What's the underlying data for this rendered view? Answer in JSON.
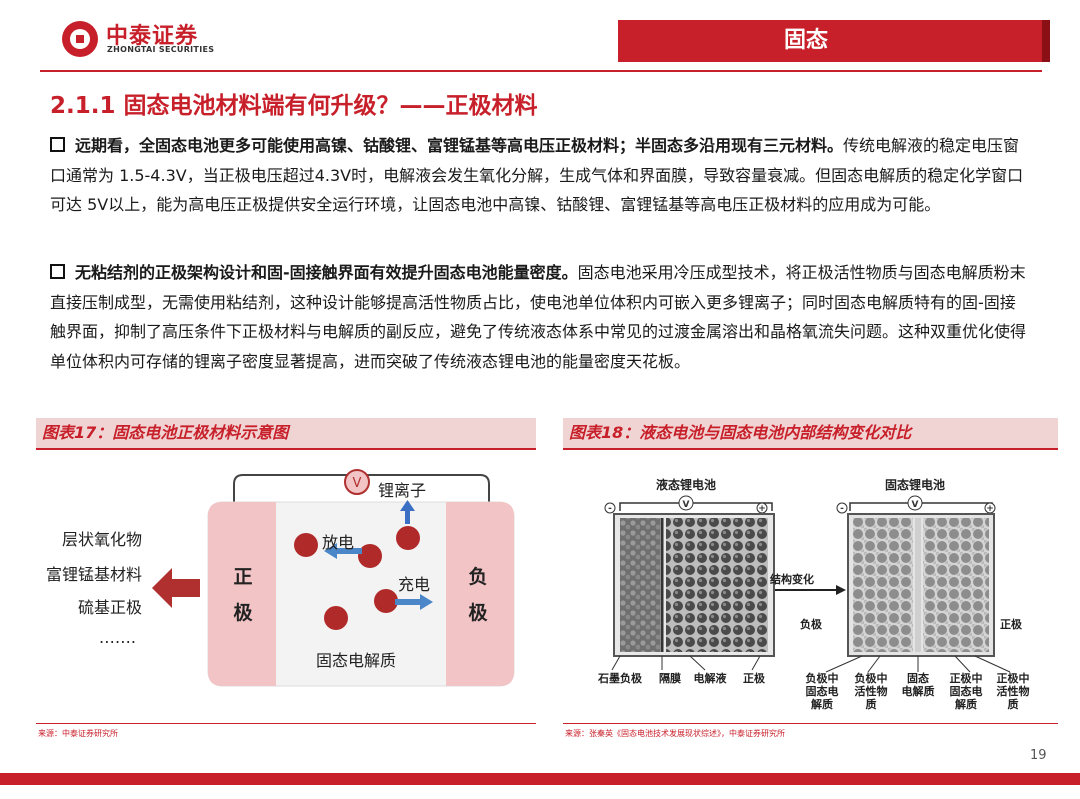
{
  "header": {
    "brand_cn": "中泰证券",
    "brand_en": "ZHONGTAI SECURITIES",
    "section_tag": "固态"
  },
  "title": "2.1.1 固态电池材料端有何升级？——正极材料",
  "para1": {
    "bold": "远期看，全固态电池更多可能使用高镍、钴酸锂、富锂锰基等高电压正极材料；半固态多沿用现有三元材料。",
    "text": "传统电解液的稳定电压窗口通常为 1.5-4.3V，当正极电压超过4.3V时，电解液会发生氧化分解，生成气体和界面膜，导致容量衰减。但固态电解质的稳定化学窗口可达 5V以上，能为高电压正极提供安全运行环境，让固态电池中高镍、钴酸锂、富锂锰基等高电压正极材料的应用成为可能。"
  },
  "para2": {
    "bold": "无粘结剂的正极架构设计和固-固接触界面有效提升固态电池能量密度。",
    "text": "固态电池采用冷压成型技术，将正极活性物质与固态电解质粉末直接压制成型，无需使用粘结剂，这种设计能够提高活性物质占比，使电池单位体积内可嵌入更多锂离子；同时固态电解质特有的固-固接触界面，抑制了高压条件下正极材料与电解质的副反应，避免了传统液态体系中常见的过渡金属溶出和晶格氧流失问题。这种双重优化使得单位体积内可存储的锂离子密度显著提高，进而突破了传统液态锂电池的能量密度天花板。"
  },
  "fig17": {
    "title": "图表17：固态电池正极材料示意图",
    "voltmeter": "V",
    "ion_label": "锂离子",
    "discharge": "放电",
    "charge": "充电",
    "cathode": [
      "正",
      "极"
    ],
    "anode": [
      "负",
      "极"
    ],
    "electrolyte": "固态电解质",
    "materials": [
      "层状氧化物",
      "富锂锰基材料",
      "硫基正极",
      "……."
    ],
    "source": "来源：中泰证券研究所"
  },
  "fig18": {
    "title": "图表18：液态电池与固态电池内部结构变化对比",
    "liquid_title": "液态锂电池",
    "solid_title": "固态锂电池",
    "arrow_label": "结构变化",
    "side_neg": "负极",
    "side_pos": "正极",
    "v": "V",
    "minus": "-",
    "plus": "+",
    "liquid_labels": [
      "石墨负极",
      "隔膜",
      "电解液",
      "正极"
    ],
    "solid_labels": [
      [
        "负极中",
        "固态电",
        "解质"
      ],
      [
        "负极中",
        "活性物",
        "质"
      ],
      [
        "固态",
        "电解质"
      ],
      [
        "正极中",
        "固态电",
        "解质"
      ],
      [
        "正极中",
        "活性物",
        "质"
      ]
    ],
    "source": "来源：张秦英《固态电池技术发展现状综述》，中泰证券研究所"
  },
  "page_number": "19",
  "colors": {
    "brand_red": "#c8202a",
    "pink": "#f2c4c6",
    "dark_red": "#8b1015"
  }
}
